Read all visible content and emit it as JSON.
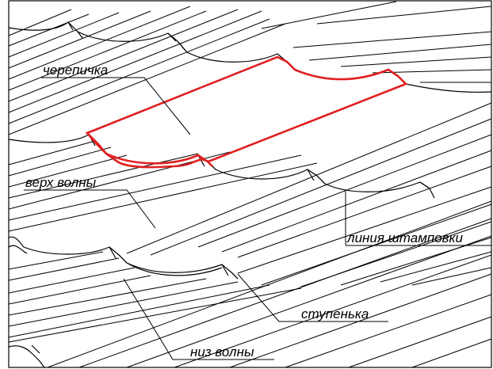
{
  "diagram": {
    "labels": {
      "tile": "черепичка",
      "wave_top": "верх волны",
      "stamping_line": "линия штамповки",
      "step": "ступенька",
      "wave_bottom": "низ волны"
    },
    "colors": {
      "line": "#000000",
      "highlight": "#e02020",
      "background": "#ffffff"
    }
  }
}
